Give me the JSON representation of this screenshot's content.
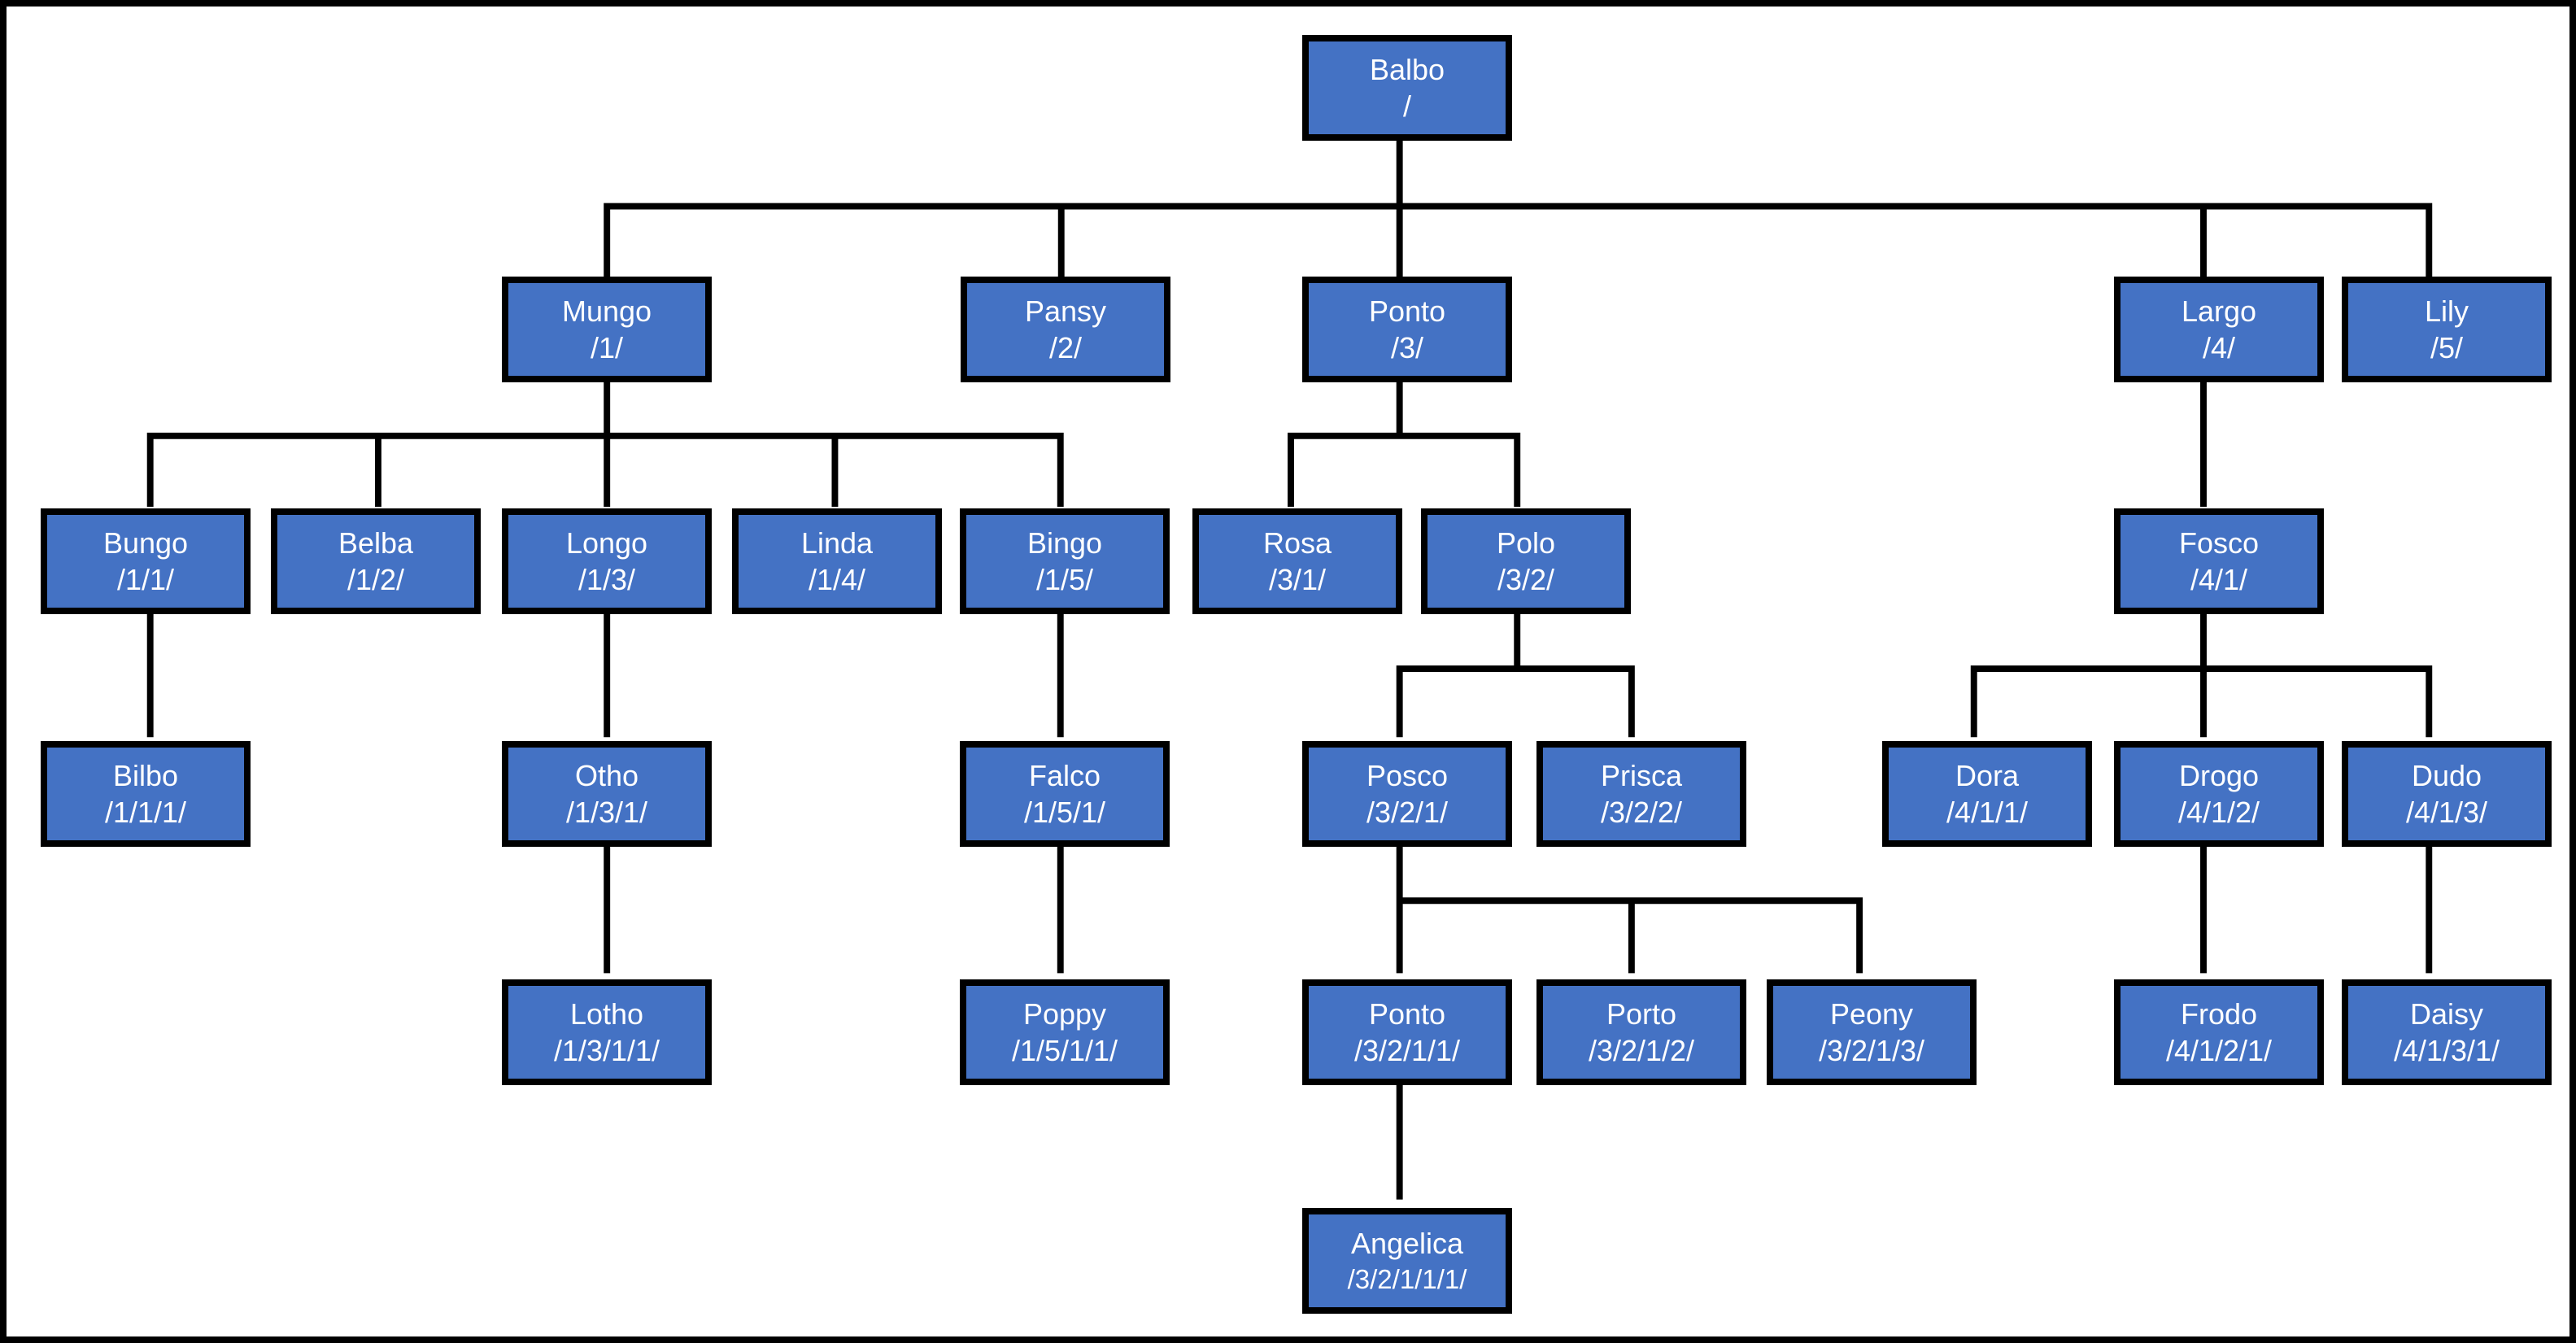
{
  "colors": {
    "node_fill": "#4472C4",
    "node_border": "#000000",
    "node_text": "#FFFFFF",
    "connector": "#000000",
    "background": "#FFFFFF"
  },
  "nodes": {
    "balbo": {
      "name": "Balbo",
      "code": "/",
      "parent": null
    },
    "mungo": {
      "name": "Mungo",
      "code": "/1/",
      "parent": "/"
    },
    "pansy": {
      "name": "Pansy",
      "code": "/2/",
      "parent": "/"
    },
    "ponto": {
      "name": "Ponto",
      "code": "/3/",
      "parent": "/"
    },
    "largo": {
      "name": "Largo",
      "code": "/4/",
      "parent": "/"
    },
    "lily": {
      "name": "Lily",
      "code": "/5/",
      "parent": "/"
    },
    "bungo": {
      "name": "Bungo",
      "code": "/1/1/",
      "parent": "/1/"
    },
    "belba": {
      "name": "Belba",
      "code": "/1/2/",
      "parent": "/1/"
    },
    "longo": {
      "name": "Longo",
      "code": "/1/3/",
      "parent": "/1/"
    },
    "linda": {
      "name": "Linda",
      "code": "/1/4/",
      "parent": "/1/"
    },
    "bingo": {
      "name": "Bingo",
      "code": "/1/5/",
      "parent": "/1/"
    },
    "rosa": {
      "name": "Rosa",
      "code": "/3/1/",
      "parent": "/3/"
    },
    "polo": {
      "name": "Polo",
      "code": "/3/2/",
      "parent": "/3/"
    },
    "fosco": {
      "name": "Fosco",
      "code": "/4/1/",
      "parent": "/4/"
    },
    "bilbo": {
      "name": "Bilbo",
      "code": "/1/1/1/",
      "parent": "/1/1/"
    },
    "otho": {
      "name": "Otho",
      "code": "/1/3/1/",
      "parent": "/1/3/"
    },
    "falco": {
      "name": "Falco",
      "code": "/1/5/1/",
      "parent": "/1/5/"
    },
    "posco": {
      "name": "Posco",
      "code": "/3/2/1/",
      "parent": "/3/2/"
    },
    "prisca": {
      "name": "Prisca",
      "code": "/3/2/2/",
      "parent": "/3/2/"
    },
    "dora": {
      "name": "Dora",
      "code": "/4/1/1/",
      "parent": "/4/1/"
    },
    "drogo": {
      "name": "Drogo",
      "code": "/4/1/2/",
      "parent": "/4/1/"
    },
    "dudo": {
      "name": "Dudo",
      "code": "/4/1/3/",
      "parent": "/4/1/"
    },
    "lotho": {
      "name": "Lotho",
      "code": "/1/3/1/1/",
      "parent": "/1/3/1/"
    },
    "poppy": {
      "name": "Poppy",
      "code": "/1/5/1/1/",
      "parent": "/1/5/1/"
    },
    "ponto2": {
      "name": "Ponto",
      "code": "/3/2/1/1/",
      "parent": "/3/2/1/"
    },
    "porto": {
      "name": "Porto",
      "code": "/3/2/1/2/",
      "parent": "/3/2/1/"
    },
    "peony": {
      "name": "Peony",
      "code": "/3/2/1/3/",
      "parent": "/3/2/1/"
    },
    "frodo": {
      "name": "Frodo",
      "code": "/4/1/2/1/",
      "parent": "/4/1/2/"
    },
    "daisy": {
      "name": "Daisy",
      "code": "/4/1/3/1/",
      "parent": "/4/1/3/"
    },
    "angelica": {
      "name": "Angelica",
      "code": "/3/2/1/1/1/",
      "parent": "/3/2/1/1/"
    }
  }
}
